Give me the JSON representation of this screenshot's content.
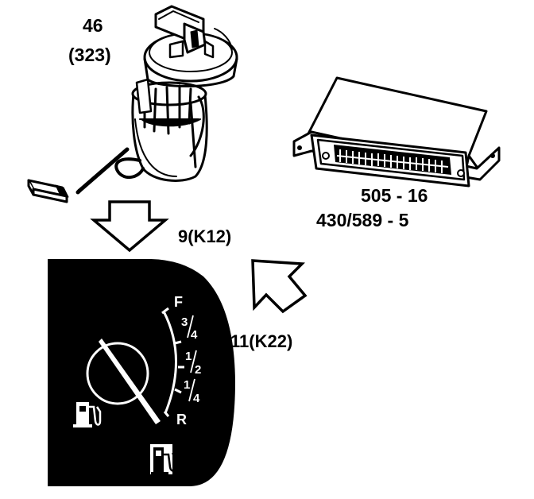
{
  "pump": {
    "number": "46",
    "sub_number": "(323)"
  },
  "control_unit": {
    "number": "505 - 16",
    "sub_number": "430/589 - 5"
  },
  "signals": {
    "pump_to_gauge": "9(K12)",
    "unit_to_gauge": "11(K22)"
  },
  "gauge": {
    "full": "F",
    "three_quarter_num": "3",
    "three_quarter_den": "4",
    "half_num": "1",
    "half_den": "2",
    "quarter_num": "1",
    "quarter_den": "4",
    "reserve": "R"
  },
  "icons": {
    "fuel_pump": "fuel-pump-icon",
    "low_fuel_lamp": "fuel-pump-icon"
  },
  "colors": {
    "ink": "#000000",
    "paper": "#ffffff"
  }
}
